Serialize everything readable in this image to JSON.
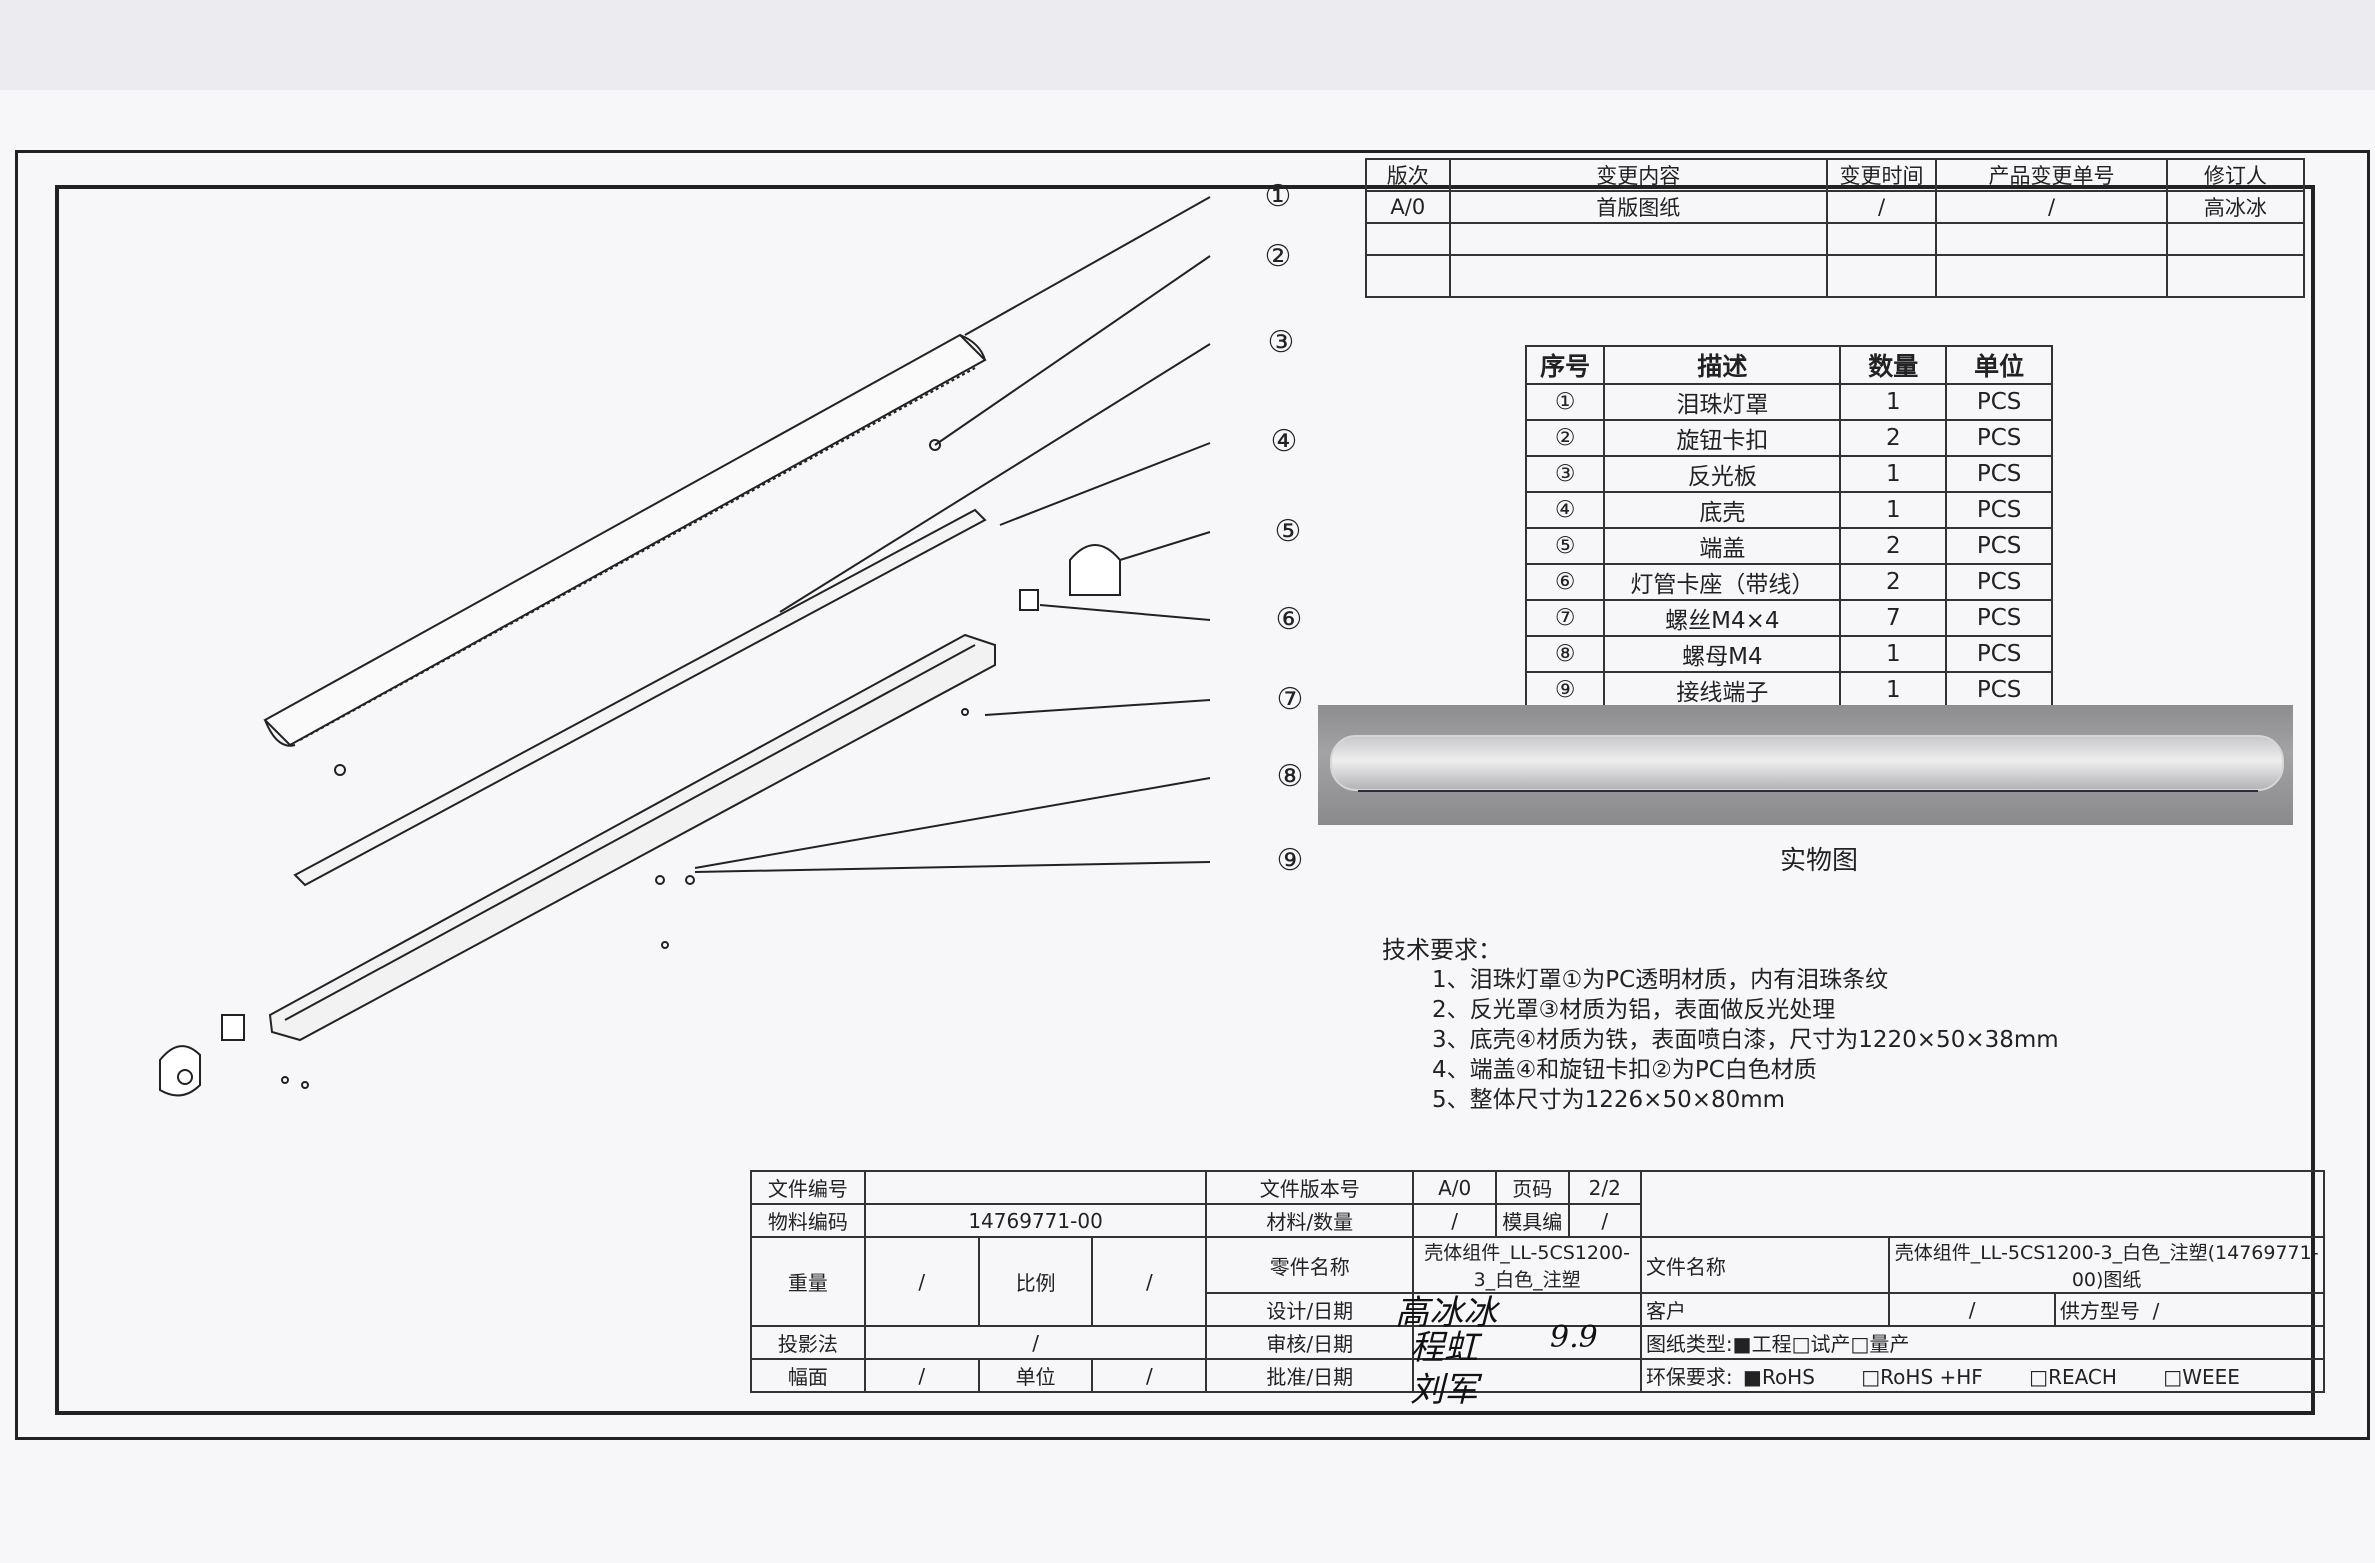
{
  "revision_table": {
    "headers": [
      "版次",
      "变更内容",
      "变更时间",
      "产品变更单号",
      "修订人"
    ],
    "rows": [
      [
        "A/0",
        "首版图纸",
        "/",
        "/",
        "高冰冰"
      ],
      [
        "",
        "",
        "",
        "",
        ""
      ],
      [
        "",
        "",
        "",
        "",
        ""
      ]
    ]
  },
  "callouts": [
    "①",
    "②",
    "③",
    "④",
    "⑤",
    "⑥",
    "⑦",
    "⑧",
    "⑨"
  ],
  "bom": {
    "headers": [
      "序号",
      "描述",
      "数量",
      "单位"
    ],
    "rows": [
      [
        "①",
        "泪珠灯罩",
        "1",
        "PCS"
      ],
      [
        "②",
        "旋钮卡扣",
        "2",
        "PCS"
      ],
      [
        "③",
        "反光板",
        "1",
        "PCS"
      ],
      [
        "④",
        "底壳",
        "1",
        "PCS"
      ],
      [
        "⑤",
        "端盖",
        "2",
        "PCS"
      ],
      [
        "⑥",
        "灯管卡座（带线）",
        "2",
        "PCS"
      ],
      [
        "⑦",
        "螺丝M4×4",
        "7",
        "PCS"
      ],
      [
        "⑧",
        "螺母M4",
        "1",
        "PCS"
      ],
      [
        "⑨",
        "接线端子",
        "1",
        "PCS"
      ]
    ]
  },
  "photo_caption": "实物图",
  "tech_requirements": {
    "title": "技术要求：",
    "items": [
      "1、泪珠灯罩①为PC透明材质，内有泪珠条纹",
      "2、反光罩③材质为铝，表面做反光处理",
      "3、底壳④材质为铁，表面喷白漆，尺寸为1220×50×38mm",
      "4、端盖④和旋钮卡扣②为PC白色材质",
      "5、整体尺寸为1226×50×80mm"
    ]
  },
  "title_block": {
    "file_no_label": "文件编号",
    "file_no": "",
    "material_code_label": "物料编码",
    "material_code": "14769771-00",
    "weight_label": "重量",
    "weight": "/",
    "scale_label": "比例",
    "scale": "/",
    "projection_label": "投影法",
    "projection": "/",
    "format_label": "幅面",
    "format": "/",
    "unit_label": "单位",
    "unit": "/",
    "file_version_label": "文件版本号",
    "file_version": "A/0",
    "page_label": "页码",
    "page": "2/2",
    "material_qty_label": "材料/数量",
    "material_qty": "/",
    "mold_label": "模具编",
    "mold": "/",
    "part_name_label": "零件名称",
    "part_name": "壳体组件_LL-5CS1200-3_白色_注塑",
    "design_label": "设计/日期",
    "review_label": "审核/日期",
    "approve_label": "批准/日期",
    "file_name_label": "文件名称",
    "file_name": "壳体组件_LL-5CS1200-3_白色_注塑(14769771-00)图纸",
    "customer_label": "客户",
    "customer": "/",
    "supplier_model_label": "供方型号",
    "supplier_model": "/",
    "drawing_type": "图纸类型:■工程□试产□量产",
    "env_label": "环保要求:",
    "env_options": [
      "■RoHS",
      "□RoHS +HF",
      "□REACH",
      "□WEEE"
    ],
    "sig_design": "高冰冰",
    "sig_review": "程虹",
    "sig_review_date": "9.9",
    "sig_approve": "刘军"
  }
}
